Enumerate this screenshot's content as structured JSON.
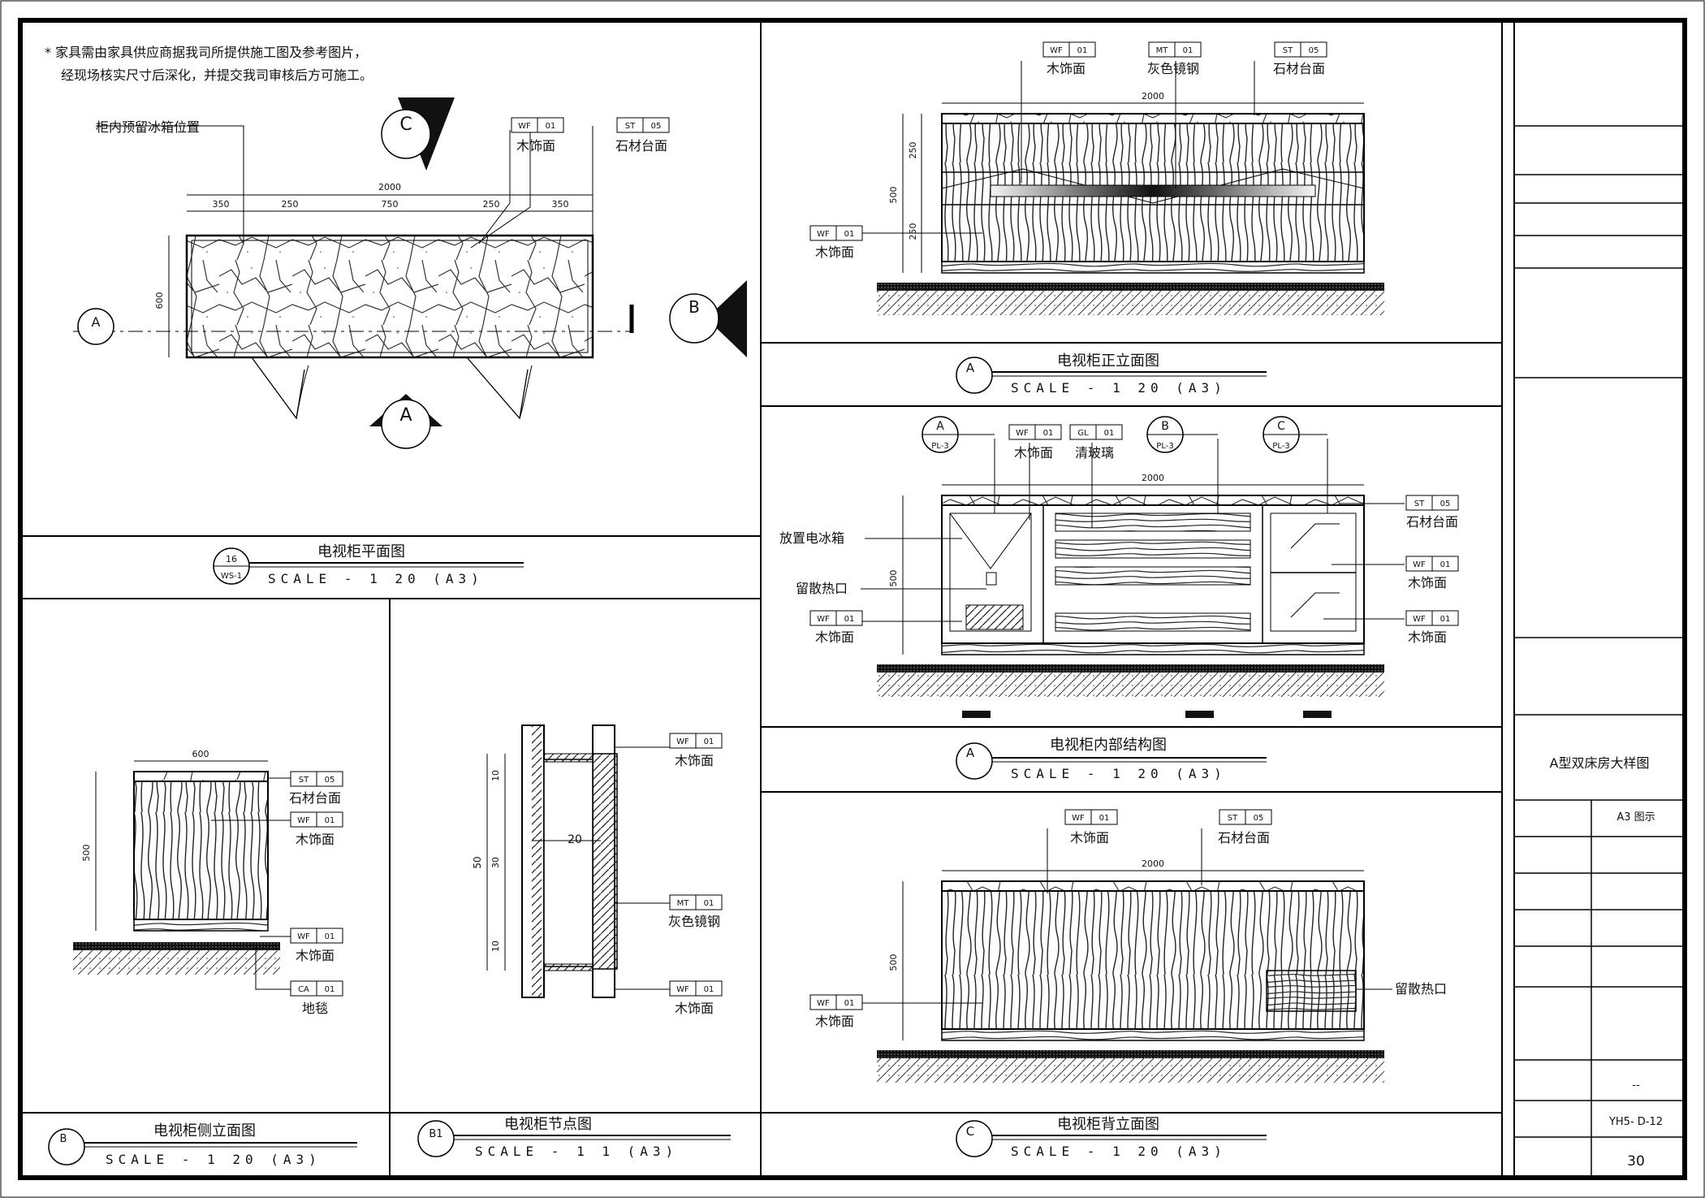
{
  "note": {
    "line1": "* 家具需由家具供应商据我司所提供施工图及参考图片，",
    "line2": "经现场核实尺寸后深化，并提交我司审核后方可施工。"
  },
  "plan": {
    "title": "电视柜平面图",
    "scale": "SCALE - 1 20 (A3)",
    "symbol_num": "16",
    "symbol_sheet": "WS-1",
    "fridge_label": "柜内预留冰箱位置",
    "tag_wood": {
      "code": "WF",
      "num": "01",
      "label": "木饰面"
    },
    "tag_stone": {
      "code": "ST",
      "num": "05",
      "label": "石材台面"
    },
    "dims": [
      "2000",
      "350",
      "250",
      "750",
      "250",
      "350"
    ],
    "dim_depth": "600",
    "section_a": "A",
    "section_b": "B",
    "section_c": "C"
  },
  "front": {
    "title": "电视柜正立面图",
    "scale": "SCALE - 1 20 (A3)",
    "symbol": "A",
    "dim_width": "2000",
    "dims_h": [
      "500",
      "250",
      "250"
    ],
    "tag_wood": {
      "code": "WF",
      "num": "01",
      "label": "木饰面"
    },
    "tag_steel": {
      "code": "MT",
      "num": "01",
      "label": "灰色镜钢"
    },
    "tag_stone": {
      "code": "ST",
      "num": "05",
      "label": "石材台面"
    },
    "tag_wood2": {
      "code": "WF",
      "num": "01",
      "label": "木饰面"
    }
  },
  "internal": {
    "title": "电视柜内部结构图",
    "scale": "SCALE - 1 20 (A3)",
    "symbol": "A",
    "dim_width": "2000",
    "dim_h": "500",
    "markers": [
      {
        "letter": "A",
        "sheet": "PL-3"
      },
      {
        "letter": "B",
        "sheet": "PL-3"
      },
      {
        "letter": "C",
        "sheet": "PL-3"
      }
    ],
    "tag_wood_top": {
      "code": "WF",
      "num": "01",
      "label": "木饰面"
    },
    "tag_glass": {
      "code": "GL",
      "num": "01",
      "label": "清玻璃"
    },
    "tag_stone": {
      "code": "ST",
      "num": "05",
      "label": "石材台面"
    },
    "tag_wood_r1": {
      "code": "WF",
      "num": "01",
      "label": "木饰面"
    },
    "tag_wood_r2": {
      "code": "WF",
      "num": "01",
      "label": "木饰面"
    },
    "tag_wood_l": {
      "code": "WF",
      "num": "01",
      "label": "木饰面"
    },
    "label_fridge": "放置电冰箱",
    "label_vent": "留散热口"
  },
  "side": {
    "title": "电视柜侧立面图",
    "scale": "SCALE - 1 20 (A3)",
    "symbol": "B",
    "dim_width": "600",
    "dim_h": "500",
    "tag_stone": {
      "code": "ST",
      "num": "05",
      "label": "石材台面"
    },
    "tag_wood": {
      "code": "WF",
      "num": "01",
      "label": "木饰面"
    },
    "tag_wood2": {
      "code": "WF",
      "num": "01",
      "label": "木饰面"
    },
    "tag_carpet": {
      "code": "CA",
      "num": "01",
      "label": "地毯"
    }
  },
  "node": {
    "title": "电视柜节点图",
    "scale": "SCALE - 1 1 (A3)",
    "symbol": "B1",
    "dim_w": "20",
    "dims_h": [
      "50",
      "10",
      "30",
      "10"
    ],
    "tag_wood_top": {
      "code": "WF",
      "num": "01",
      "label": "木饰面"
    },
    "tag_steel": {
      "code": "MT",
      "num": "01",
      "label": "灰色镜钢"
    },
    "tag_wood_bot": {
      "code": "WF",
      "num": "01",
      "label": "木饰面"
    }
  },
  "back": {
    "title": "电视柜背立面图",
    "scale": "SCALE - 1 20 (A3)",
    "symbol": "C",
    "dim_width": "2000",
    "dim_h": "500",
    "tag_wood": {
      "code": "WF",
      "num": "01",
      "label": "木饰面"
    },
    "tag_stone": {
      "code": "ST",
      "num": "05",
      "label": "石材台面"
    },
    "tag_wood2": {
      "code": "WF",
      "num": "01",
      "label": "木饰面"
    },
    "label_vent": "留散热口"
  },
  "titleblock": {
    "drawing_name": "A型双床房大样图",
    "scale_note": "A3 图示",
    "dash": "--",
    "drawing_no": "YH5- D-12",
    "page": "30"
  }
}
